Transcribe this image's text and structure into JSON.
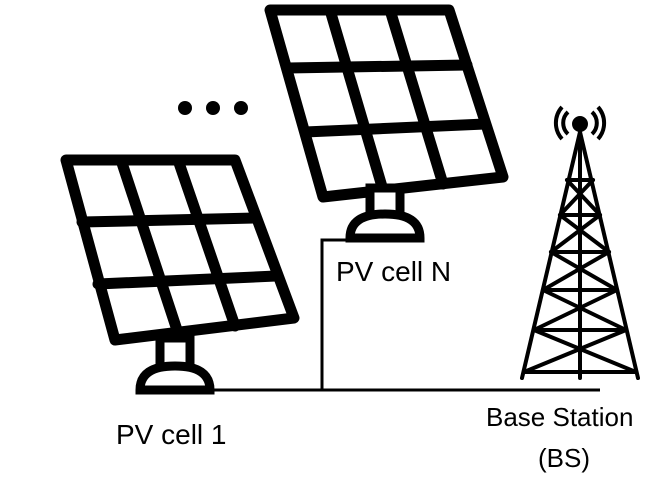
{
  "labels": {
    "pv_cell_1": "PV cell 1",
    "pv_cell_n": "PV cell N",
    "base_station_line1": "Base Station",
    "base_station_line2": "(BS)"
  },
  "ellipsis": "• • •",
  "colors": {
    "stroke": "#000000",
    "background": "#ffffff"
  }
}
